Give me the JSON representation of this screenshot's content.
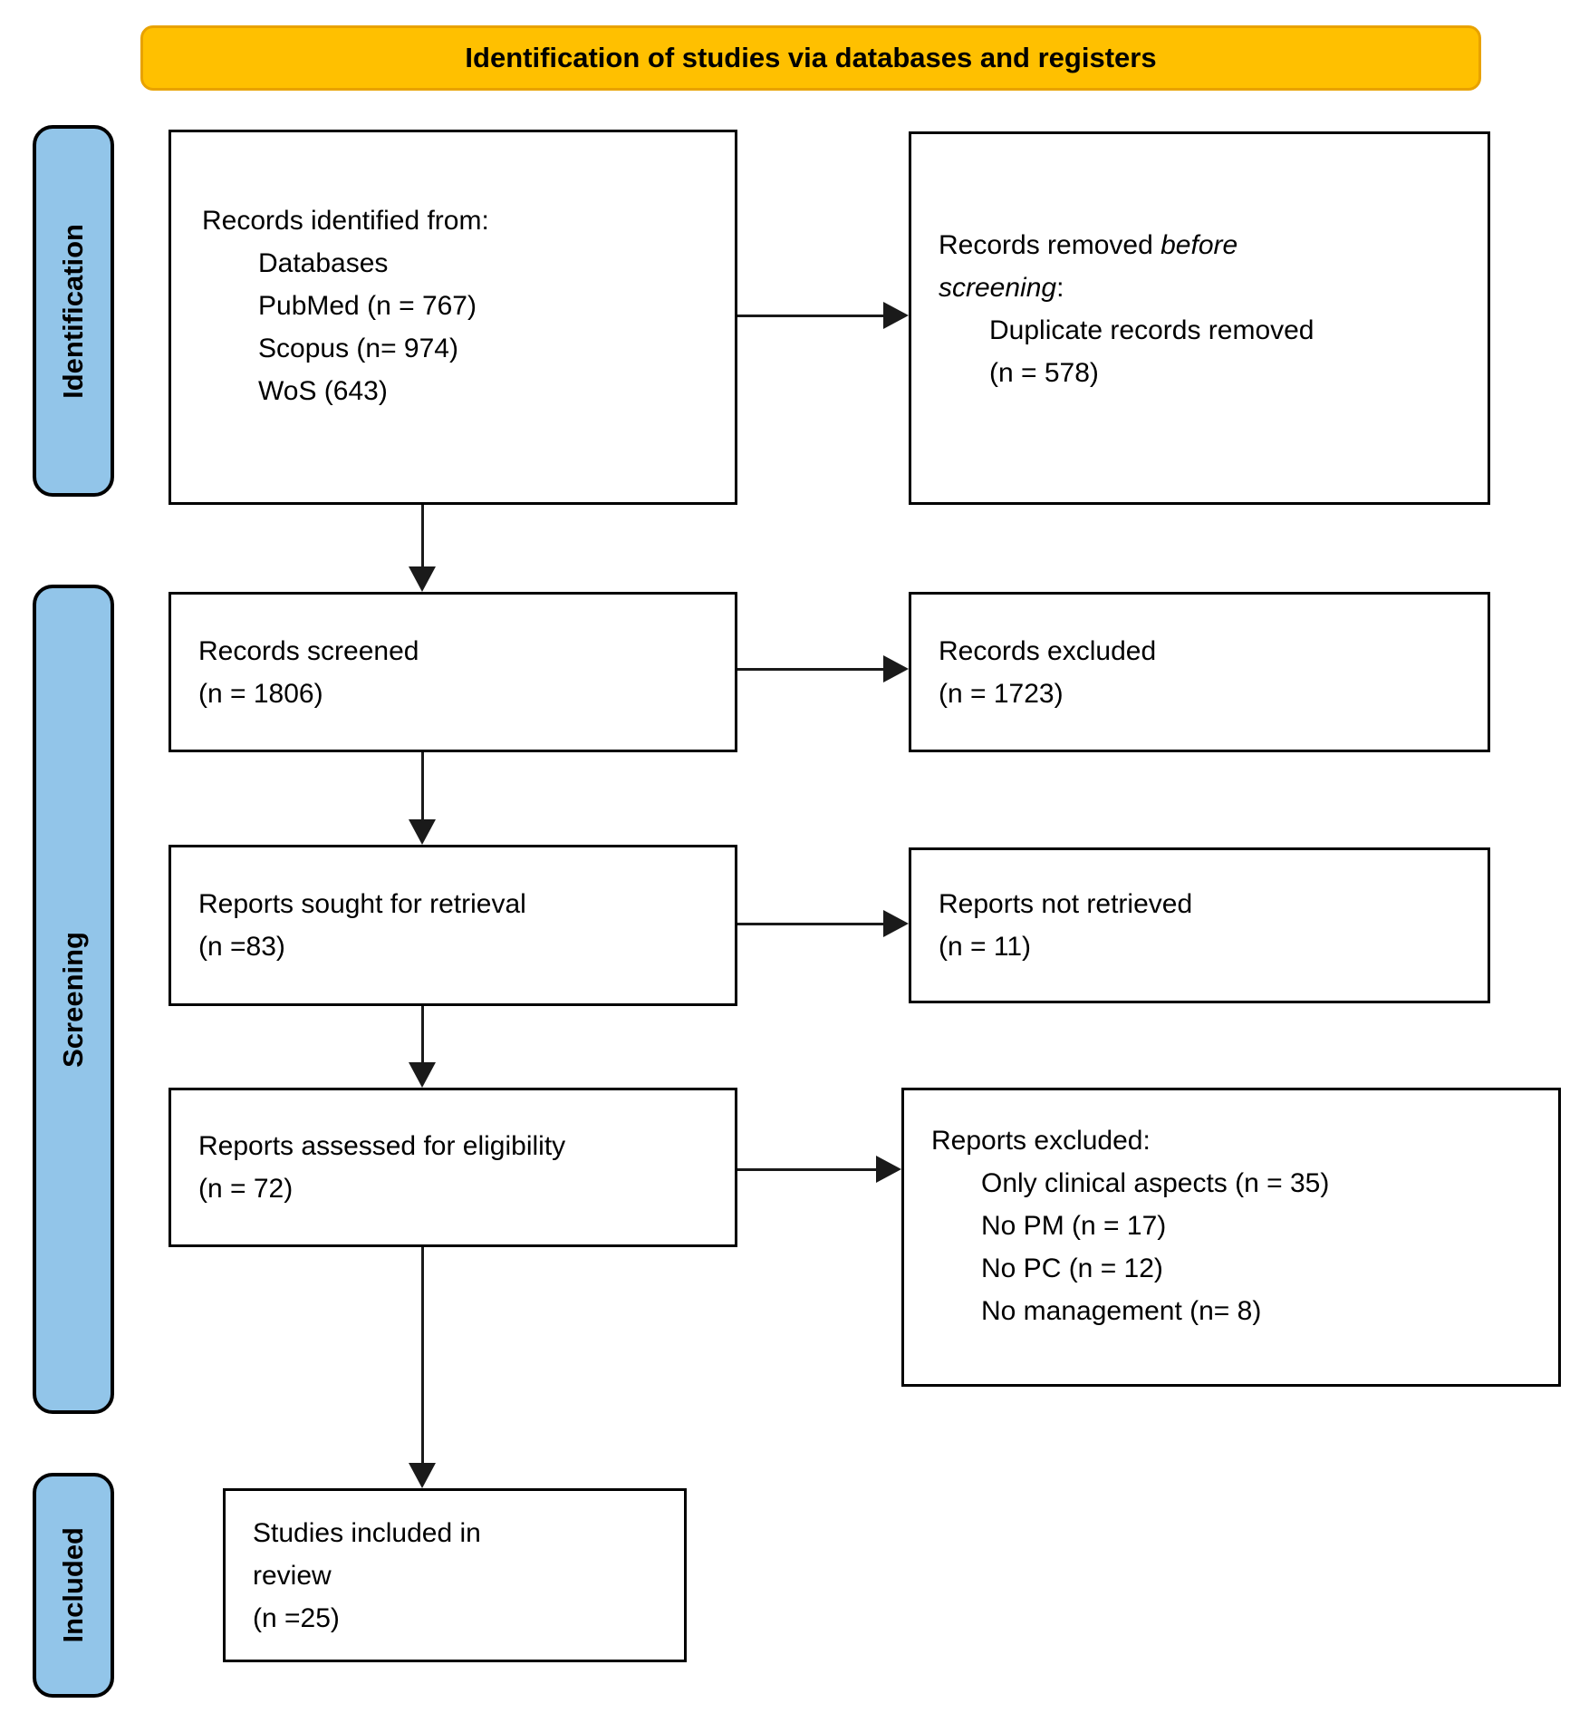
{
  "banner": {
    "title": "Identification of studies via databases and registers"
  },
  "stages": {
    "identification": "Identification",
    "screening": "Screening",
    "included": "Included"
  },
  "boxes": {
    "records_identified": {
      "heading": "Records identified from:",
      "items": [
        "Databases",
        "PubMed (n = 767)",
        "Scopus (n= 974)",
        "WoS (643)"
      ]
    },
    "records_removed": {
      "line1_normal": "Records removed ",
      "line1_italic": "before",
      "line2_italic": "screening",
      "line2_normal": ":",
      "items": [
        "Duplicate records removed",
        "(n = 578)"
      ]
    },
    "records_screened": {
      "lines": [
        "Records screened",
        "(n = 1806)"
      ]
    },
    "records_excluded": {
      "lines": [
        "Records excluded",
        "(n = 1723)"
      ]
    },
    "reports_sought": {
      "lines": [
        "Reports sought for retrieval",
        "(n =83)"
      ]
    },
    "reports_not_retrieved": {
      "lines": [
        "Reports not retrieved",
        "(n = 11)"
      ]
    },
    "reports_assessed": {
      "lines": [
        "Reports assessed for eligibility",
        "(n = 72)"
      ]
    },
    "reports_excluded": {
      "heading": "Reports excluded:",
      "items": [
        "Only clinical aspects (n = 35)",
        "No PM (n = 17)",
        "No PC (n = 12)",
        "No management (n= 8)"
      ]
    },
    "studies_included": {
      "lines": [
        "Studies included in",
        "review",
        "(n =25)"
      ]
    }
  },
  "colors": {
    "banner_fill": "#FFC000",
    "banner_border": "#E8A200",
    "stage_fill": "#92C5E9",
    "outline": "#000000"
  }
}
